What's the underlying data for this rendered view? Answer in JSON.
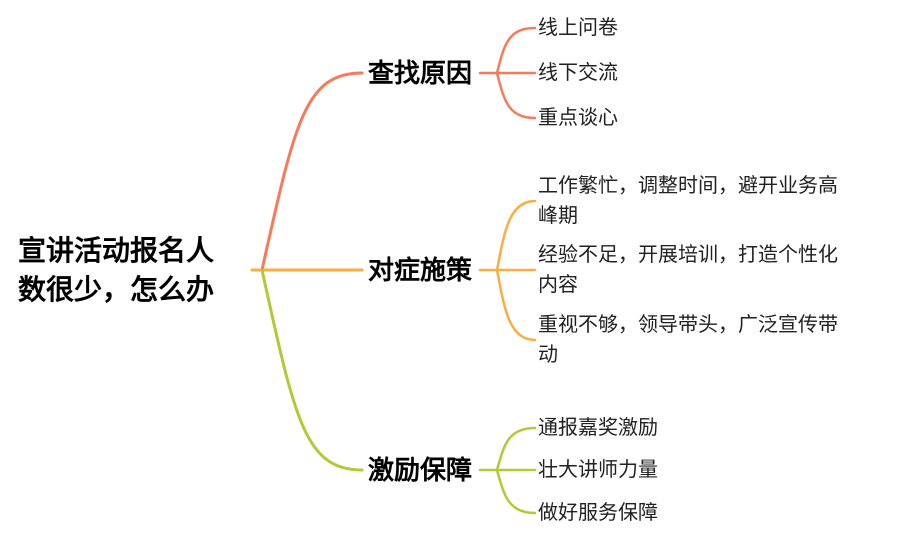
{
  "root": {
    "label": "宣讲活动报名人数很少，怎么办"
  },
  "branches": [
    {
      "label": "查找原因",
      "color": "#F57B5B",
      "children": [
        "线上问卷",
        "线下交流",
        "重点谈心"
      ]
    },
    {
      "label": "对症施策",
      "color": "#FAAD42",
      "children": [
        "工作繁忙，调整时间，避开业务高峰期",
        "经验不足，开展培训，打造个性化内容",
        "重视不够，领导带头，广泛宣传带动"
      ]
    },
    {
      "label": "激励保障",
      "color": "#B3C936",
      "children": [
        "通报嘉奖激励",
        "壮大讲师力量",
        "做好服务保障"
      ]
    }
  ],
  "colors": {
    "background": "#FFFFFF",
    "root_text": "#000000",
    "child_text": "#212121"
  }
}
